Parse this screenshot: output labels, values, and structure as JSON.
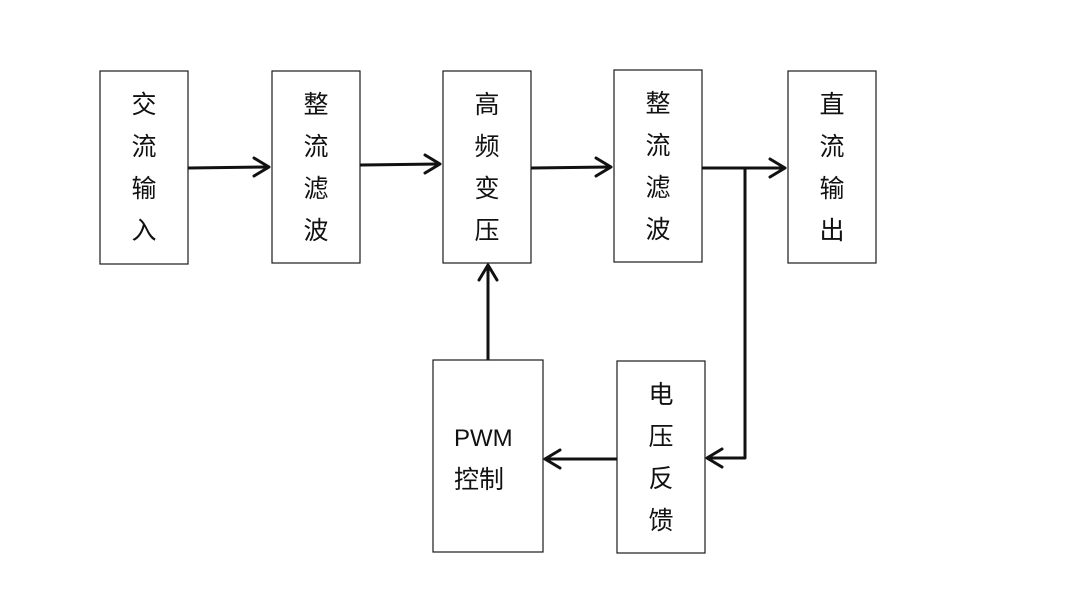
{
  "blocks": {
    "ac_input": {
      "chars": [
        "交",
        "流",
        "输",
        "入"
      ]
    },
    "rectifier_filter_1": {
      "chars": [
        "整",
        "流",
        "滤",
        "波"
      ]
    },
    "hf_transformer": {
      "chars": [
        "高",
        "频",
        "变",
        "压"
      ]
    },
    "rectifier_filter_2": {
      "chars": [
        "整",
        "流",
        "滤",
        "波"
      ]
    },
    "dc_output": {
      "chars": [
        "直",
        "流",
        "输",
        "出"
      ]
    },
    "voltage_feedback": {
      "chars": [
        "电",
        "压",
        "反",
        "馈"
      ]
    },
    "pwm_control": {
      "line1": "PWM",
      "line2": "控制"
    }
  },
  "colors": {
    "stroke": "#111111",
    "background": "#ffffff"
  }
}
